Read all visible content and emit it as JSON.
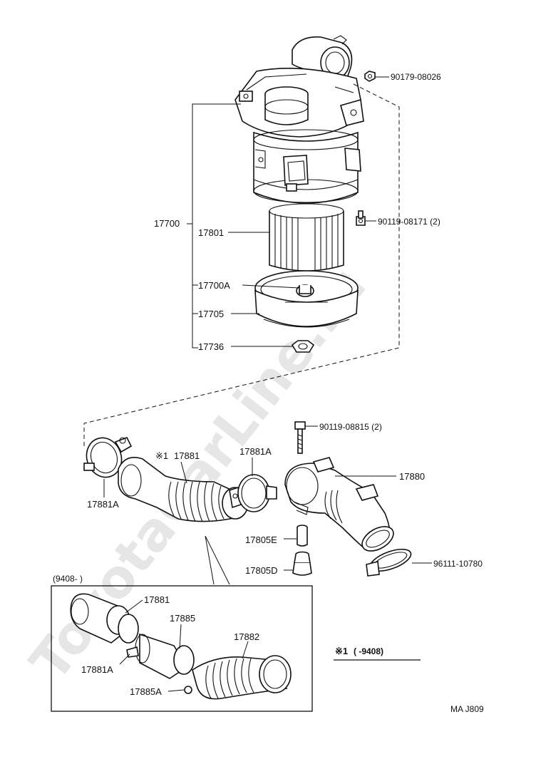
{
  "watermark": "ToyotaCarLine.ru",
  "parts": {
    "p_90179_08026": "90179-08026",
    "p_90119_08171": "90119-08171 (2)",
    "p_17700": "17700",
    "p_17801": "17801",
    "p_17700A": "17700A",
    "p_17705": "17705",
    "p_17736": "17736",
    "p_90119_08815": "90119-08815 (2)",
    "p_17881_main": "17881",
    "p_17881A_top": "17881A",
    "p_17880": "17880",
    "p_17881A_left": "17881A",
    "p_17805E": "17805E",
    "p_17805D": "17805D",
    "p_96111_10780": "96111-10780",
    "p_17881_inset": "17881",
    "p_17885": "17885",
    "p_17882": "17882",
    "p_17881A_inset": "17881A",
    "p_17885A": "17885A"
  },
  "markers": {
    "star1": "※1",
    "star1_alt": "※1"
  },
  "inset": {
    "date_range": "(9408-        )"
  },
  "legend": {
    "marker": "※1",
    "range": "(       -9408)"
  },
  "footer": {
    "code": "MA  J809"
  }
}
